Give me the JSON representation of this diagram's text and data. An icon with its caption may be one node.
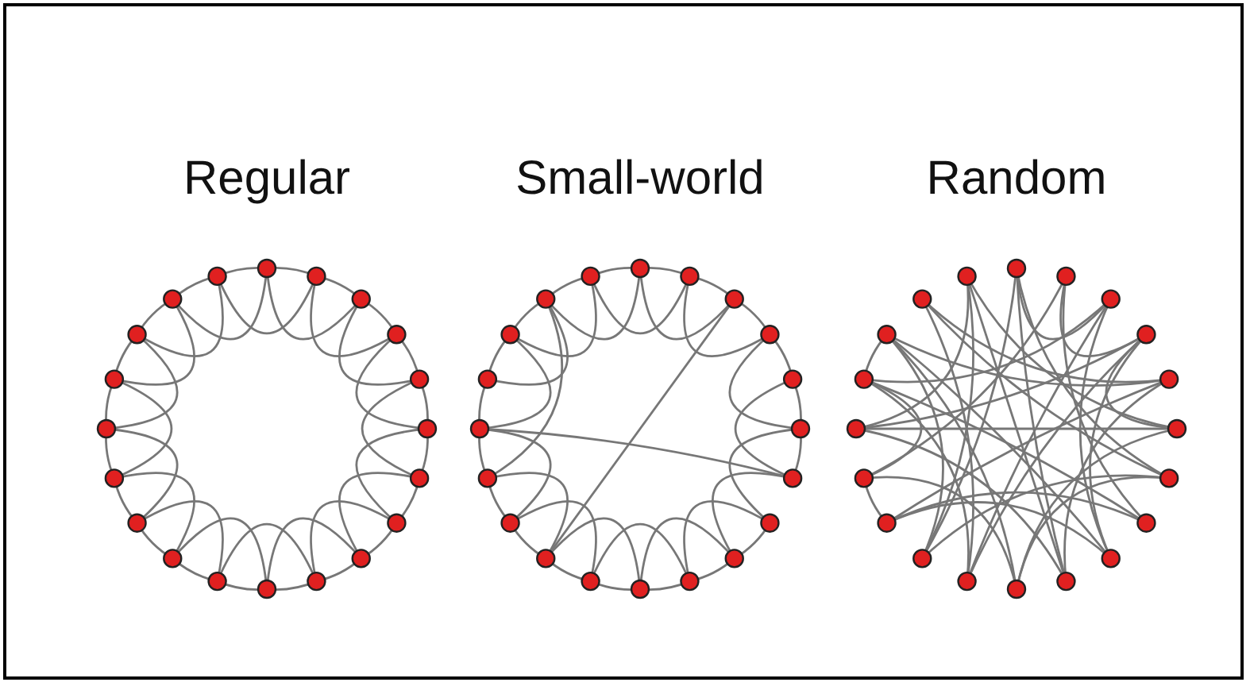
{
  "diagram": {
    "labels": [
      "Regular",
      "Small-world",
      "Random"
    ]
  }
}
